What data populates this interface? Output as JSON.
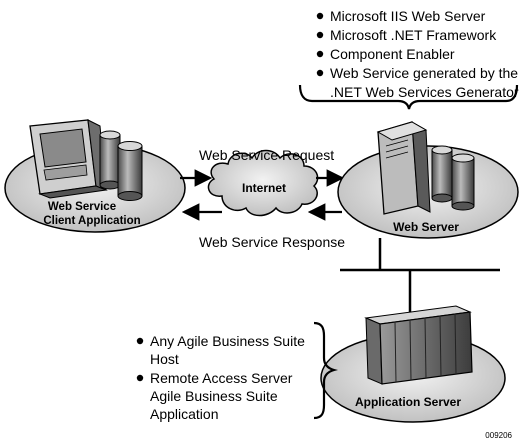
{
  "web_server_features": {
    "items": [
      "Microsoft IIS Web Server",
      "Microsoft .NET Framework",
      "Component Enabler",
      "Web Service generated by the",
      ".NET Web Services Generator"
    ]
  },
  "nodes": {
    "client": {
      "line1": "Web Service",
      "line2": "Client Application"
    },
    "internet": {
      "label": "Internet"
    },
    "web_server": {
      "label": "Web Server"
    },
    "app_server": {
      "label": "Application Server"
    }
  },
  "flows": {
    "request": "Web Service Request",
    "response": "Web Service Response"
  },
  "app_server_features": {
    "items": [
      "Any Agile Business Suite",
      "Host",
      "Remote Access Server",
      "Agile Business Suite",
      "Application"
    ]
  },
  "figure_id": "009206"
}
